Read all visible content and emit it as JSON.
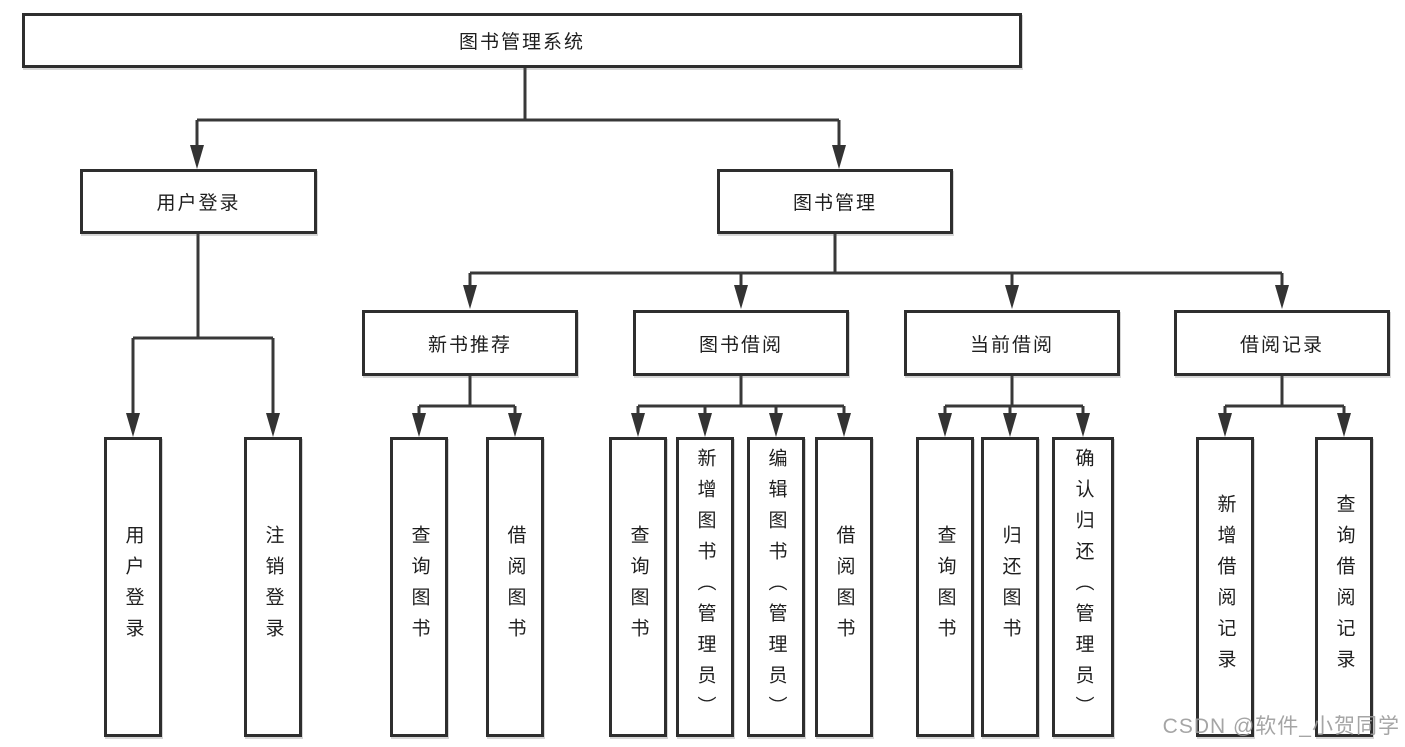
{
  "diagram": {
    "root": {
      "label": "图书管理系统"
    },
    "level2": {
      "user_login": {
        "label": "用户登录"
      },
      "book_management": {
        "label": "图书管理"
      }
    },
    "modules": {
      "new_book_recommend": {
        "label": "新书推荐"
      },
      "book_borrowing": {
        "label": "图书借阅"
      },
      "current_borrowing": {
        "label": "当前借阅"
      },
      "borrowing_records": {
        "label": "借阅记录"
      }
    },
    "leaves": {
      "user_login": {
        "label": "用户登录"
      },
      "logout": {
        "label": "注销登录"
      },
      "recommend_query_books": {
        "label": "查询图书"
      },
      "recommend_borrow_books": {
        "label": "借阅图书"
      },
      "borrowing_query_books": {
        "label": "查询图书"
      },
      "borrowing_add_books": {
        "label": "新增图书（管理员）"
      },
      "borrowing_edit_books": {
        "label": "编辑图书（管理员）"
      },
      "borrowing_borrow_books": {
        "label": "借阅图书"
      },
      "current_query_books": {
        "label": "查询图书"
      },
      "current_return_books": {
        "label": "归还图书"
      },
      "current_confirm_return": {
        "label": "确认归还（管理员）"
      },
      "records_add_record": {
        "label": "新增借阅记录"
      },
      "records_query_record": {
        "label": "查询借阅记录"
      }
    },
    "colors": {
      "line": "#383838",
      "border": "#2e2e2e",
      "text": "#1e1e1e",
      "watermark_text": "#9c9c9c"
    }
  },
  "watermark": {
    "text": "CSDN @软件_小贺同学"
  }
}
